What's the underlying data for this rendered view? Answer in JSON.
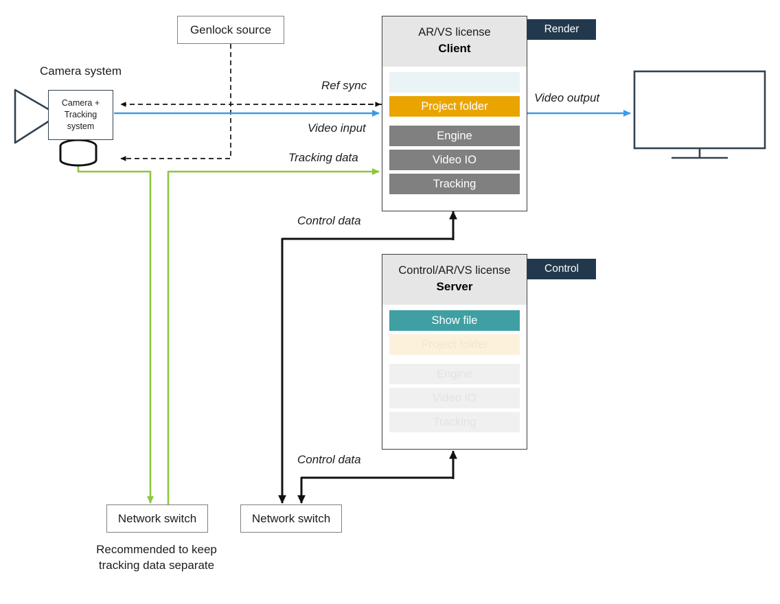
{
  "diagram": {
    "title_camera_system": "Camera system",
    "note": {
      "line1": "Recommended to keep",
      "line2": "tracking data separate"
    }
  },
  "nodes": {
    "genlock": {
      "label": "Genlock source"
    },
    "camera": {
      "group_label": "Camera system",
      "line1": "Camera +",
      "line2": "Tracking",
      "line3": "system"
    },
    "monitor": {
      "name": "display-monitor"
    },
    "switch_left": {
      "label": "Network switch"
    },
    "switch_right": {
      "label": "Network switch"
    }
  },
  "client": {
    "license": "AR/VS license",
    "role": "Client",
    "badge": "Render",
    "slots": [
      {
        "label": "",
        "style": "empty-blue"
      },
      {
        "label": "Project folder",
        "style": "project"
      },
      {
        "label": "Engine",
        "style": "gray"
      },
      {
        "label": "Video IO",
        "style": "gray"
      },
      {
        "label": "Tracking",
        "style": "gray"
      }
    ]
  },
  "server": {
    "license": "Control/AR/VS license",
    "role": "Server",
    "badge": "Control",
    "slots": [
      {
        "label": "Show file",
        "style": "showfile"
      },
      {
        "label": "Project folder",
        "style": "ghost-amber"
      },
      {
        "label": "Engine",
        "style": "ghost-gray"
      },
      {
        "label": "Video IO",
        "style": "ghost-gray"
      },
      {
        "label": "Tracking",
        "style": "ghost-gray"
      }
    ]
  },
  "connections": {
    "ref_sync": "Ref sync",
    "video_input": "Video input",
    "tracking_data": "Tracking data",
    "video_output": "Video output",
    "control_data_client": "Control data",
    "control_data_server": "Control data"
  },
  "colors": {
    "blue_video": "#3d9ae8",
    "green_tracking": "#8cc63f",
    "black_control": "#111111",
    "badge_navy": "#22384d",
    "amber_project": "#eaa400",
    "teal_showfile": "#3f9fa3",
    "gray_module": "#808080"
  }
}
